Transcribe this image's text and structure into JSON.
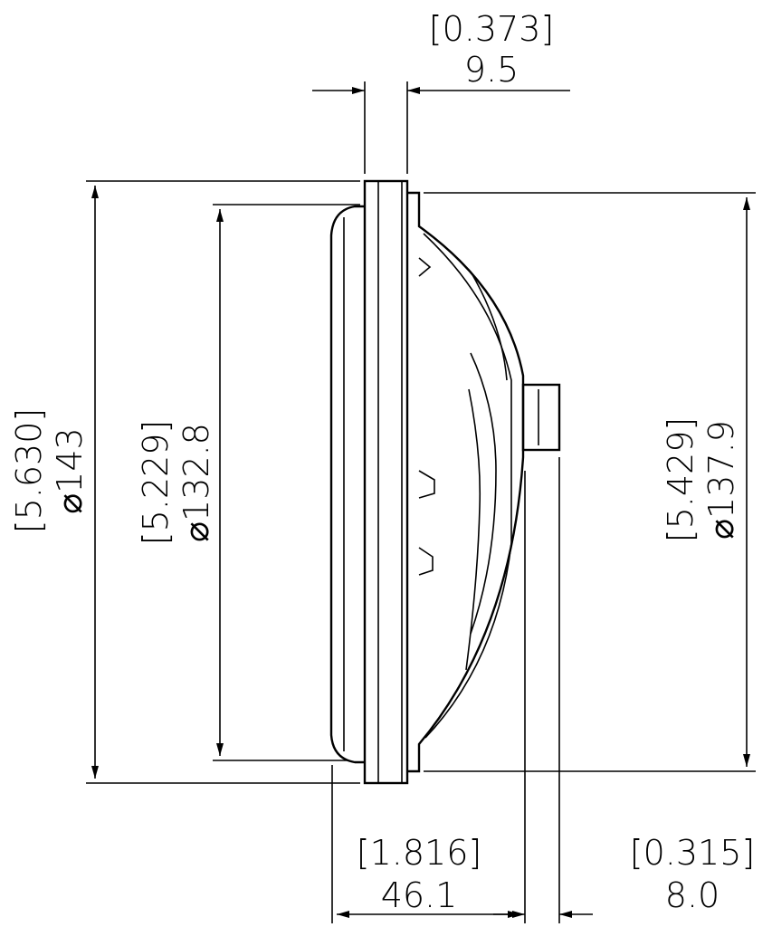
{
  "drawing": {
    "top_width": {
      "inch": "[0.373]",
      "mm": "9.5"
    },
    "outer_diameter": {
      "inch": "[5.630]",
      "mm": "⌀143"
    },
    "lens_diameter": {
      "inch": "[5.229]",
      "mm": "⌀132.8"
    },
    "housing_diameter": {
      "inch": "[5.429]",
      "mm": "⌀137.9"
    },
    "body_depth": {
      "inch": "[1.816]",
      "mm": "46.1"
    },
    "connector_depth": {
      "inch": "[0.315]",
      "mm": "8.0"
    }
  }
}
